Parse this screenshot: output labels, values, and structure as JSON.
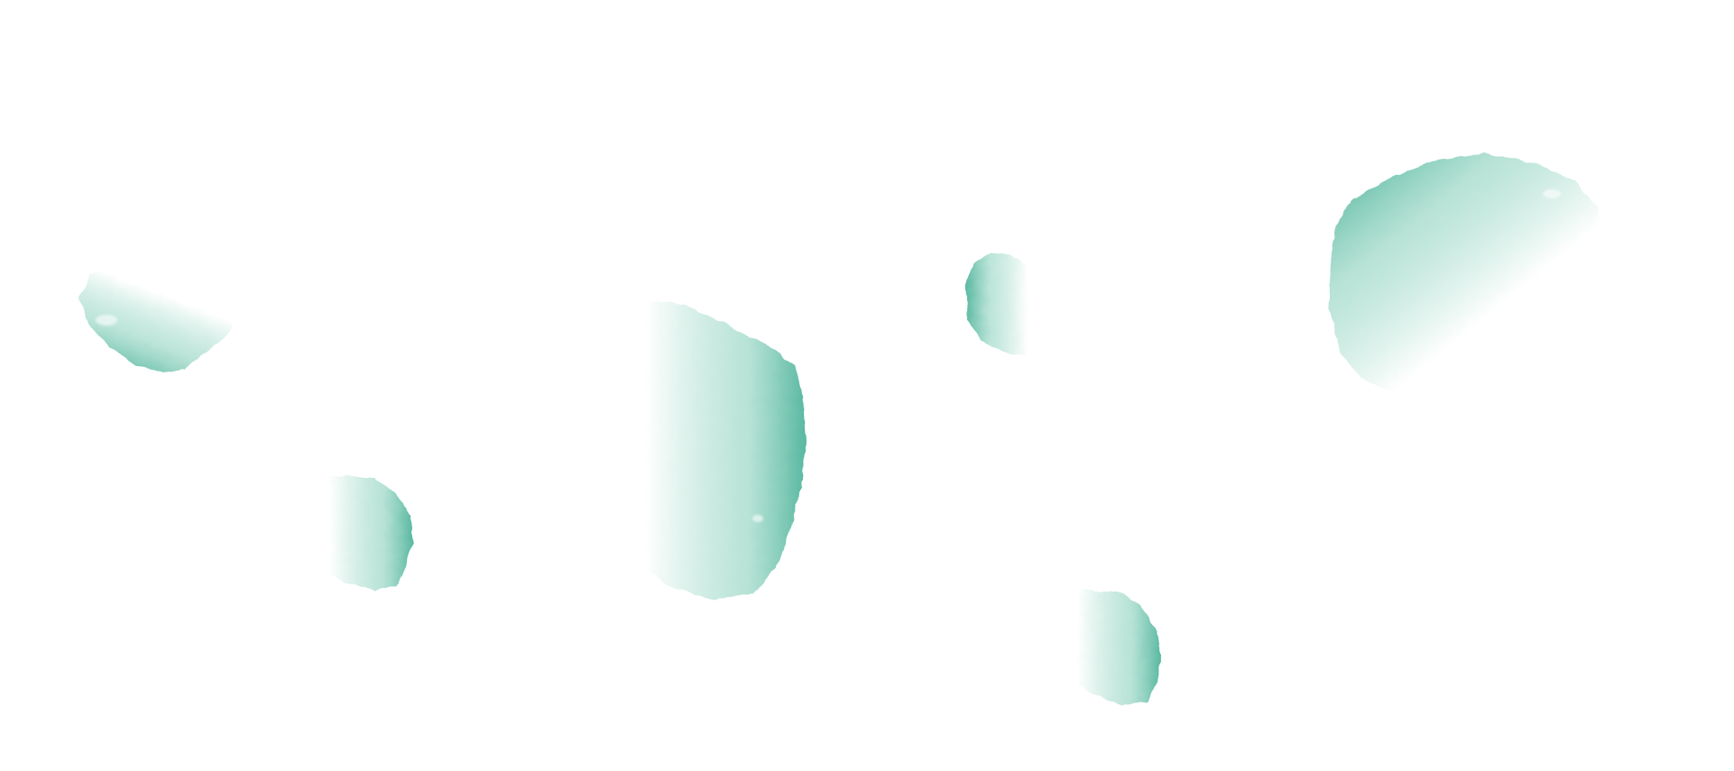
{
  "scene": {
    "background": "#ffffff",
    "rim_color": "#5fbfa8",
    "rim_color_dark": "#3f9f88",
    "body_color": "#ffffff",
    "fragments": [
      {
        "name": "fragment-left-small",
        "shape": "irregular",
        "rim_side": "bottom-left"
      },
      {
        "name": "fragment-lower-left",
        "shape": "irregular",
        "rim_side": "right"
      },
      {
        "name": "fragment-center-large",
        "shape": "irregular",
        "rim_side": "right"
      },
      {
        "name": "fragment-center-tiny",
        "shape": "irregular",
        "rim_side": "left"
      },
      {
        "name": "fragment-lower-center",
        "shape": "irregular",
        "rim_side": "right"
      },
      {
        "name": "fragment-right-large",
        "shape": "irregular",
        "rim_side": "top-left"
      }
    ]
  }
}
